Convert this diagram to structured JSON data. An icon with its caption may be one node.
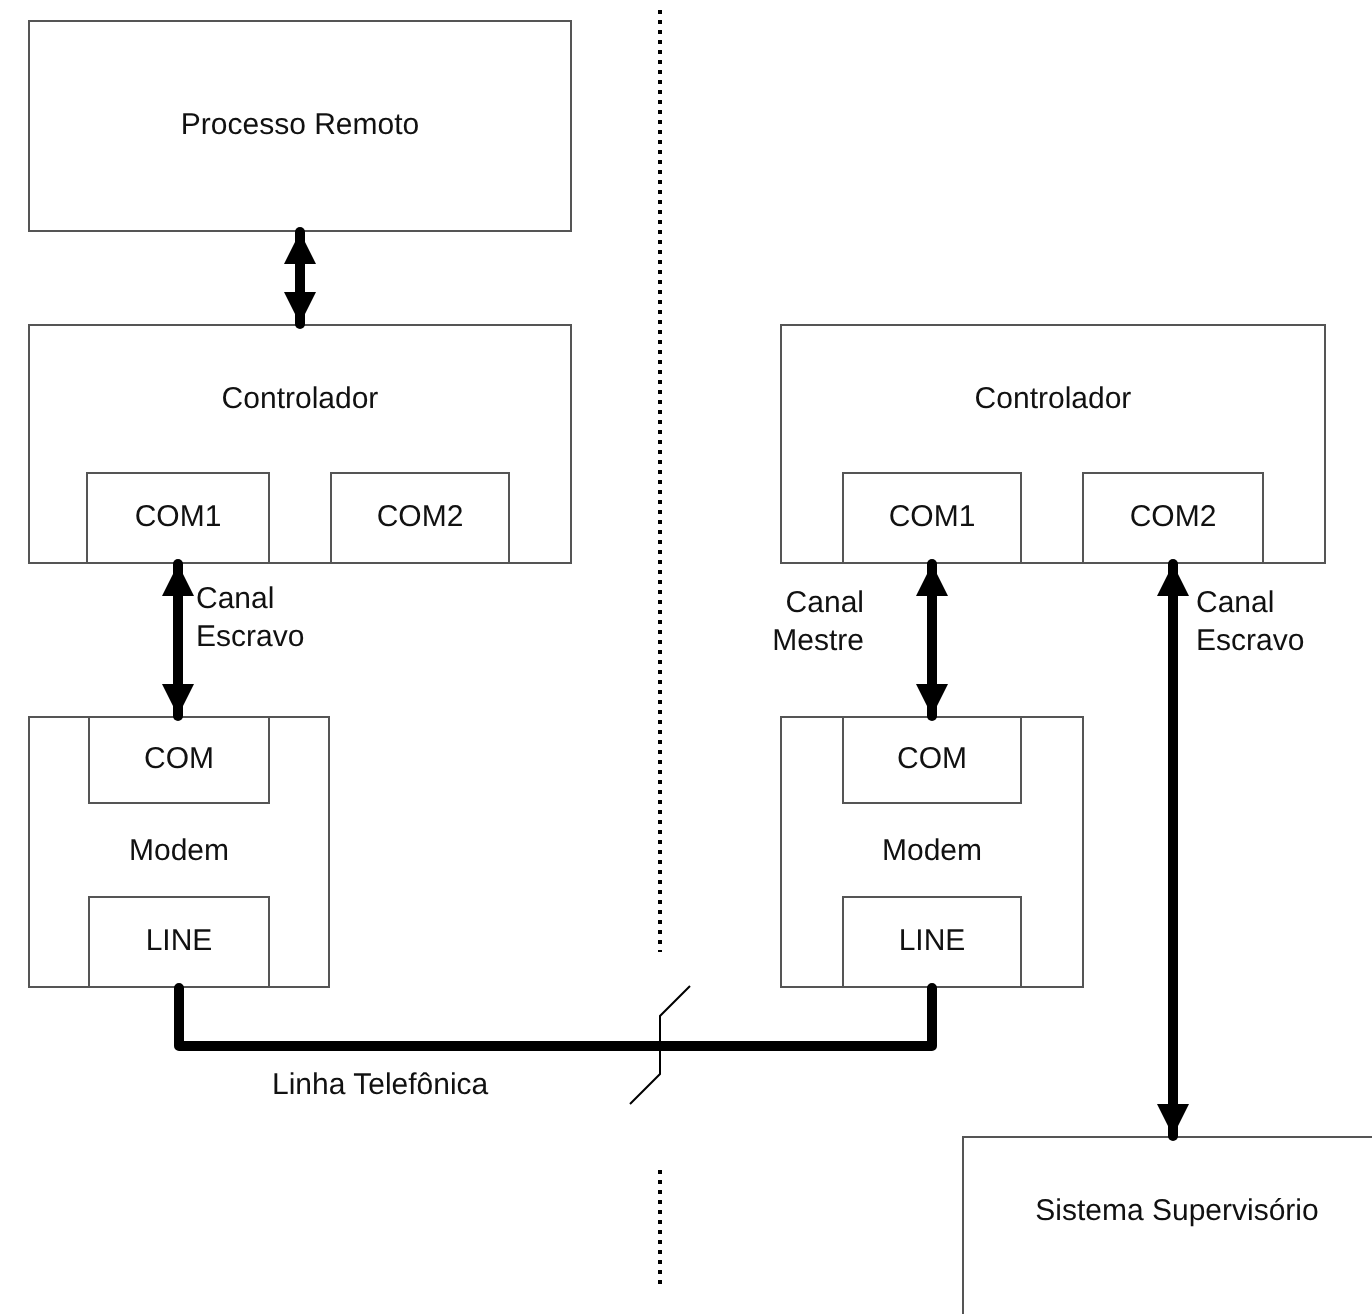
{
  "diagram": {
    "nodes": [
      {
        "text": [
          "Processo Remoto"
        ]
      },
      {
        "text": [
          "Controlador"
        ]
      },
      {
        "text": [
          "COM1"
        ],
        "in": 1
      },
      {
        "text": [
          "COM2"
        ],
        "in": 1
      },
      {
        "text": [
          "Modem"
        ]
      },
      {
        "text": [
          "COM"
        ],
        "in": 4
      },
      {
        "text": [
          "LINE"
        ],
        "in": 4
      },
      {
        "text": [
          "Controlador"
        ]
      },
      {
        "text": [
          "COM1"
        ],
        "in": 7
      },
      {
        "text": [
          "COM2"
        ],
        "in": 7
      },
      {
        "text": [
          "Modem"
        ]
      },
      {
        "text": [
          "COM"
        ],
        "in": 10
      },
      {
        "text": [
          "LINE"
        ],
        "in": 10
      },
      {
        "text": [
          "Sistema Supervisório"
        ]
      }
    ],
    "edges": [
      {
        "from": 0,
        "to": 1,
        "arrow": "both"
      },
      {
        "from": 2,
        "to": 5,
        "arrow": "both",
        "label": "Canal Escravo"
      },
      {
        "from": 8,
        "to": 11,
        "arrow": "both",
        "label": "Canal Mestre"
      },
      {
        "from": 9,
        "to": 13,
        "arrow": "both",
        "label": "Canal Escravo"
      },
      {
        "from": 6,
        "to": 12,
        "arrow": "none",
        "label": "Linha Telefônica"
      }
    ]
  }
}
